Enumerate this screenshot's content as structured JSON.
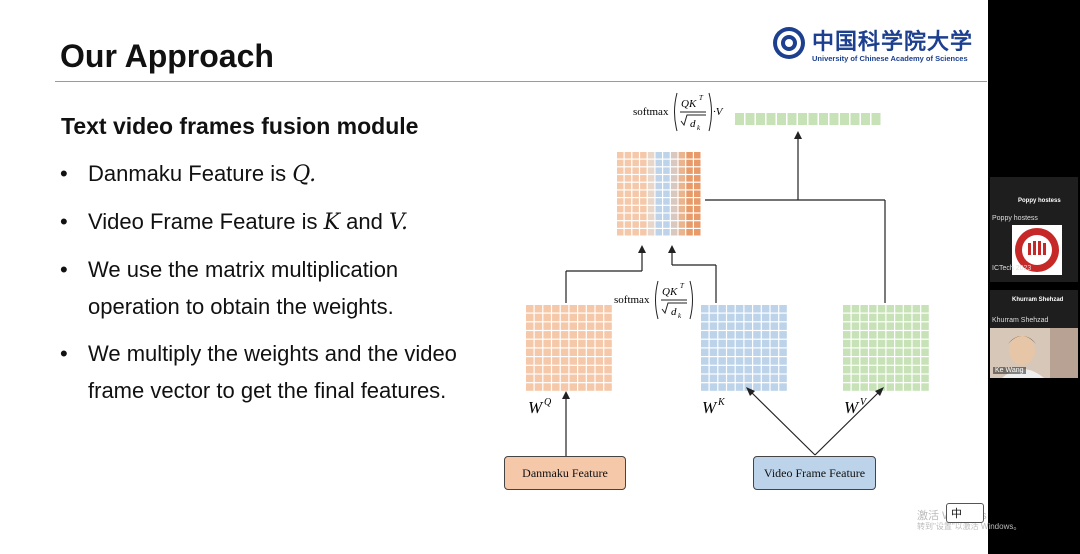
{
  "slide": {
    "title": "Our Approach",
    "subtitle": "Text video frames fusion module",
    "bullets": [
      {
        "pre": "Danmaku Feature is ",
        "math": "Q.",
        "mid": "",
        "math2": "",
        "post": ""
      },
      {
        "pre": "Video Frame Feature is ",
        "math": "K",
        "mid": " and ",
        "math2": "V.",
        "post": ""
      },
      {
        "pre": "We use the matrix multiplication operation to obtain the weights.",
        "math": "",
        "mid": "",
        "math2": "",
        "post": ""
      },
      {
        "pre": "We multiply the weights and the video frame vector to get the final features.",
        "math": "",
        "mid": "",
        "math2": "",
        "post": ""
      }
    ]
  },
  "logo": {
    "cn": "中国科学院大学",
    "en": "University of Chinese Academy of Sciences"
  },
  "diagram": {
    "top_formula": {
      "fn": "softmax",
      "num": "QK",
      "sup": "T",
      "den": "d",
      "sub": "k",
      "tail": "·V"
    },
    "mid_formula": {
      "fn": "softmax",
      "num": "QK",
      "sup": "T",
      "den": "d",
      "sub": "k"
    },
    "weights": {
      "q": "W",
      "q_sup": "Q",
      "k": "W",
      "k_sup": "K",
      "v": "W",
      "v_sup": "V"
    },
    "inputs": {
      "danmaku": "Danmaku Feature",
      "video": "Video Frame Feature"
    },
    "colors": {
      "q": "#f5c8aa",
      "k": "#bcd3ea",
      "v": "#c8e2b8",
      "out": "#c8e2b8",
      "matrix_orange": "#e89a68"
    }
  },
  "sidebar": {
    "tile1": {
      "caption": "Poppy hostess",
      "name": "Poppy hostess",
      "badge_text": "ICTech 2023"
    },
    "tile2": {
      "caption": "Khurram Shehzad",
      "name": "Khurram Shehzad"
    },
    "tile3": {
      "name": "Ke Wang"
    }
  },
  "overlay": {
    "activate_line1": "激活 Windows",
    "activate_line2": "转到\"设置\"以激活 Windows。",
    "ime": "中"
  }
}
